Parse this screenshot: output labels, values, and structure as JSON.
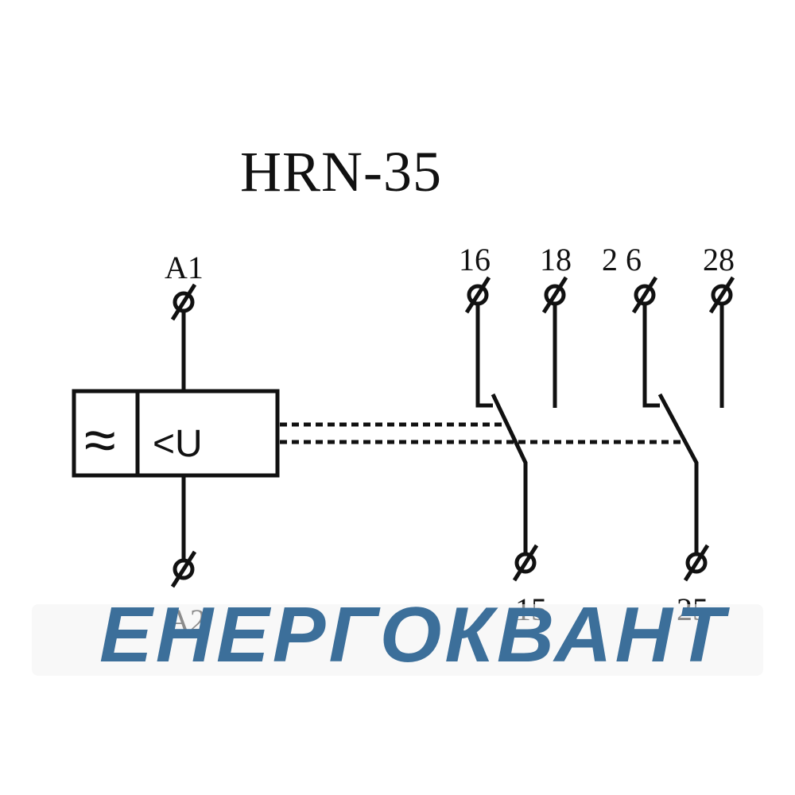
{
  "title": "HRN-35",
  "relay_box": {
    "left_symbol": "≈",
    "right_label": "<U"
  },
  "terminals": {
    "a1": "A1",
    "a2": "A2",
    "t16": "16",
    "t18": "18",
    "t26": "2 6",
    "t28": "28",
    "t15": "15",
    "t25": "25"
  },
  "watermark": {
    "text": "ЕНЕРГОКВАНТ",
    "color": "#3c6f9a"
  }
}
